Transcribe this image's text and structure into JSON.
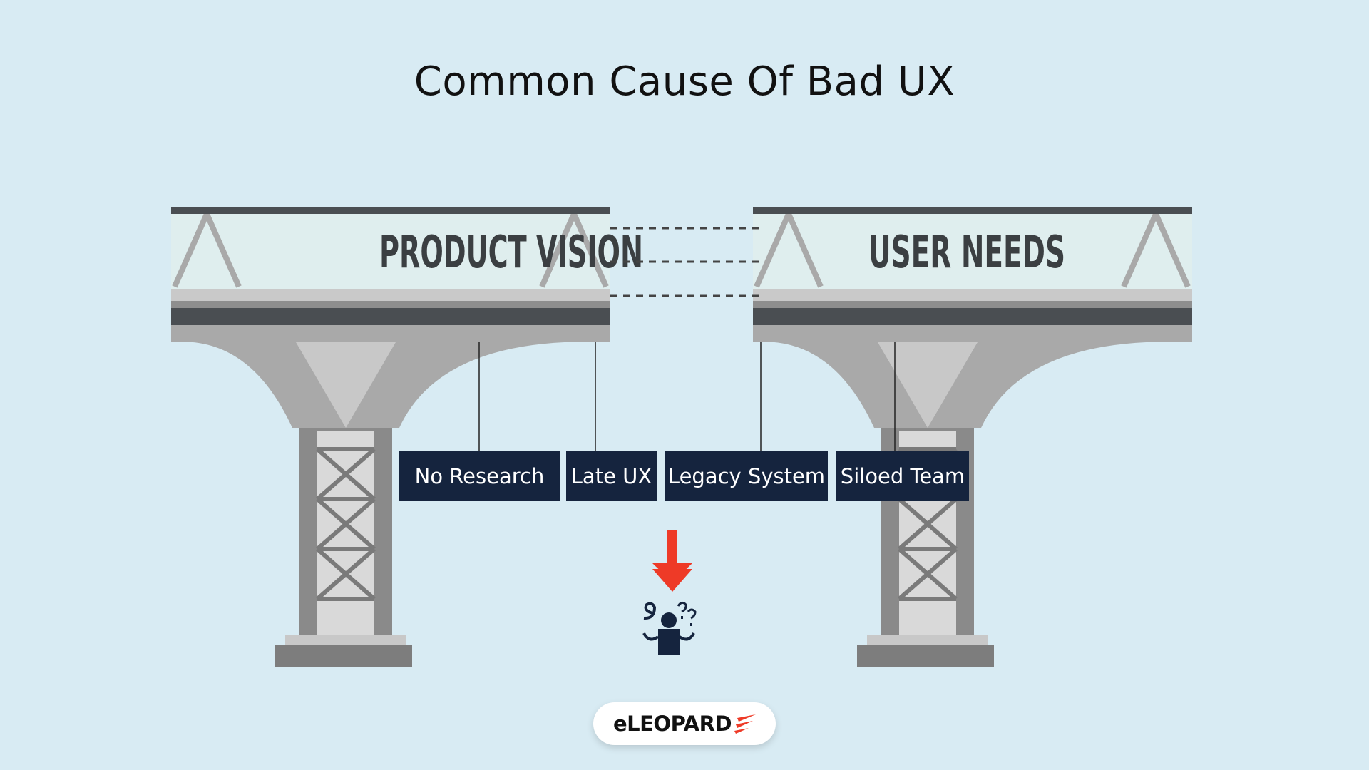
{
  "title": "Common Cause Of Bad UX",
  "bridges": {
    "left_label": "PRODUCT VISION",
    "right_label": "USER NEEDS"
  },
  "causes": [
    {
      "label": "No Research"
    },
    {
      "label": "Late UX"
    },
    {
      "label": "Legacy System"
    },
    {
      "label": "Siloed Team"
    }
  ],
  "icons": {
    "arrow": "arrow-down-icon",
    "person": "confused-person-icon"
  },
  "logo": {
    "text": "eLEOPARD"
  },
  "colors": {
    "background": "#d8ebf3",
    "label_bg": "#15243e",
    "accent": "#ee3a27"
  }
}
